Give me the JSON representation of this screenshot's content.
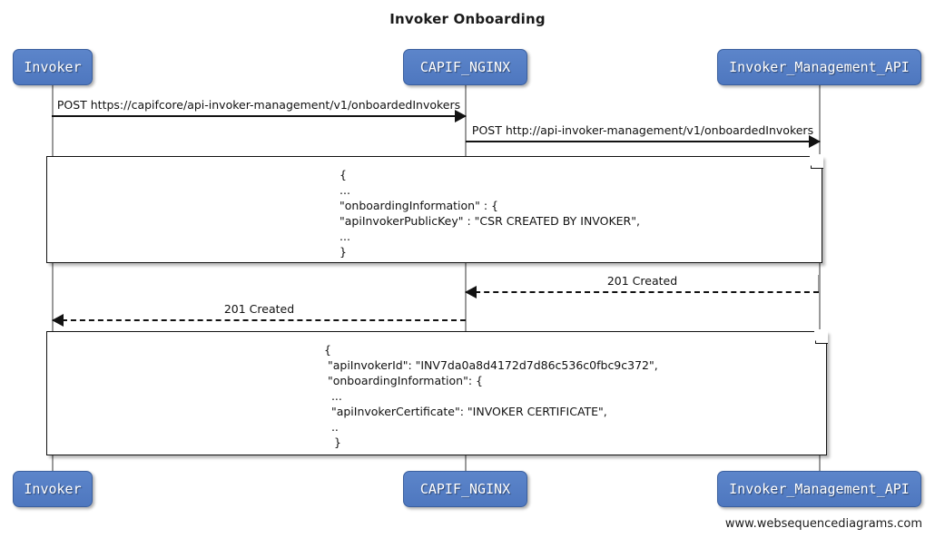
{
  "diagram": {
    "title": "Invoker Onboarding",
    "footer": "www.websequencediagrams.com",
    "colors": {
      "actor_fill": "#4e77bf",
      "actor_border": "#3a5f9e",
      "actor_text": "#ffffff",
      "line": "#121212",
      "lifeline": "#9a9a9a",
      "background": "#ffffff"
    }
  },
  "participants": [
    {
      "id": "invoker",
      "label": "Invoker"
    },
    {
      "id": "capif_nginx",
      "label": "CAPIF_NGINX"
    },
    {
      "id": "invoker_management_api",
      "label": "Invoker_Management_API"
    }
  ],
  "participants_bottom": [
    {
      "id": "invoker-bottom",
      "label": "Invoker"
    },
    {
      "id": "capif_nginx-bottom",
      "label": "CAPIF_NGINX"
    },
    {
      "id": "invoker_management_api-bottom",
      "label": "Invoker_Management_API"
    }
  ],
  "messages": [
    {
      "id": "msg-1",
      "label": "POST https://capifcore/api-invoker-management/v1/onboardedInvokers",
      "from": "invoker",
      "to": "capif_nginx",
      "style": "solid",
      "direction": "right"
    },
    {
      "id": "msg-2",
      "label": "POST http://api-invoker-management/v1/onboardedInvokers",
      "from": "capif_nginx",
      "to": "invoker_management_api",
      "style": "solid",
      "direction": "right"
    },
    {
      "id": "msg-3",
      "label": "201 Created",
      "from": "invoker_management_api",
      "to": "capif_nginx",
      "style": "dashed",
      "direction": "left"
    },
    {
      "id": "msg-4",
      "label": "201 Created",
      "from": "capif_nginx",
      "to": "invoker",
      "style": "dashed",
      "direction": "left"
    }
  ],
  "notes": [
    {
      "id": "note-request-body",
      "lines": [
        "{",
        "...",
        "\"onboardingInformation\" : {",
        "\"apiInvokerPublicKey\" : \"CSR CREATED BY INVOKER\",",
        "...",
        "}"
      ]
    },
    {
      "id": "note-response-body",
      "lines": [
        "{",
        " \"apiInvokerId\": \"INV7da0a8d4172d7d86c536c0fbc9c372\",",
        " \"onboardingInformation\": {",
        "",
        "  ...",
        "  \"apiInvokerCertificate\": \"INVOKER CERTIFICATE\",",
        "",
        "  ..",
        "}"
      ]
    }
  ]
}
